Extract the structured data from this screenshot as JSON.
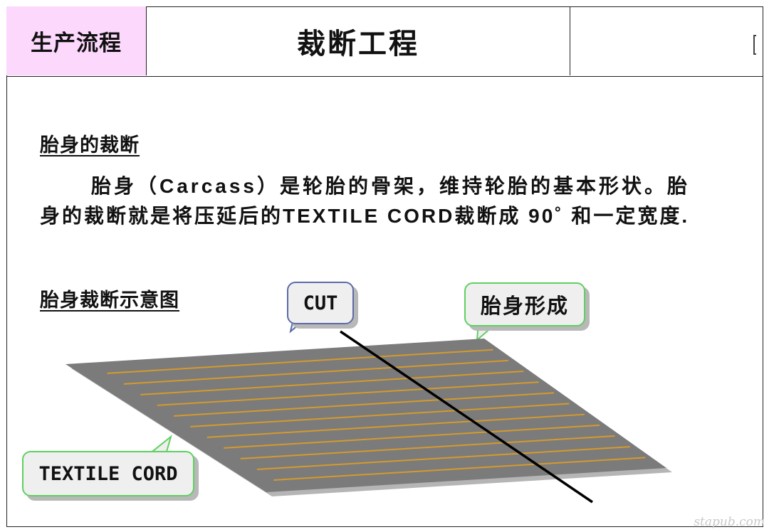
{
  "header": {
    "category": "生产流程",
    "title": "裁断工程"
  },
  "section1": {
    "heading": "胎身的裁断",
    "line1": "胎身（Carcass）是轮胎的骨架，维持轮胎的基本形状。胎",
    "line2": "身的裁断就是将压延后的TEXTILE CORD裁断成 90˚ 和一定宽度."
  },
  "section2": {
    "heading": "胎身裁断示意图"
  },
  "diagram": {
    "cut_label": "CUT",
    "formation_label": "胎身形成",
    "cord_label": "TEXTILE CORD",
    "sheet_color": "#7b7b7b",
    "cord_color": "#d59a2c"
  },
  "watermark": "stapub.com"
}
